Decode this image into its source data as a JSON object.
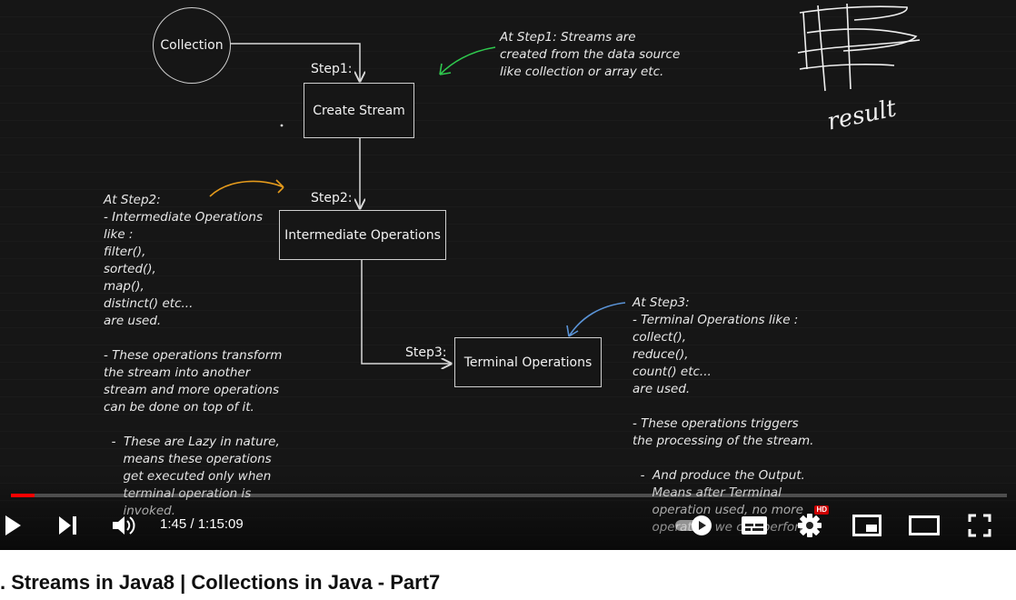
{
  "diagram": {
    "collection_label": "Collection",
    "create_stream_label": "Create Stream",
    "intermediate_label": "Intermediate Operations",
    "terminal_label": "Terminal Operations",
    "step1": "Step1:",
    "step2": "Step2:",
    "step3": "Step3:"
  },
  "notes": {
    "step1": [
      "At Step1: Streams are",
      "created from the data source",
      "like collection or array etc."
    ],
    "step2": [
      "At Step2:",
      "- Intermediate Operations",
      "like :",
      "filter(),",
      "sorted(),",
      "map(),",
      "distinct() etc...",
      "are used.",
      "",
      "- These operations transform",
      "the stream into another",
      "stream and more operations",
      "can be done on top of it.",
      "",
      "  -  These are Lazy in nature,",
      "     means these operations",
      "     get executed only when",
      "     terminal operation is",
      "     invoked."
    ],
    "step3": [
      "At Step3:",
      "- Terminal Operations like :",
      "collect(),",
      "reduce(),",
      "count() etc...",
      "are used.",
      "",
      "- These operations triggers",
      "the processing of the stream.",
      "",
      "  -  And produce the Output.",
      "     Means after Terminal",
      "     operation used, no more",
      "     operation we can perform."
    ]
  },
  "handwriting": "result",
  "player": {
    "current_time": "1:45",
    "duration": "1:15:09",
    "time_display": "1:45 / 1:15:09",
    "progress_fraction": 0.0233,
    "buffered_fraction": 0.015,
    "hd_badge": "HD",
    "controls": [
      "play-icon",
      "next-icon",
      "volume-icon",
      "autoplay-toggle",
      "subtitles-icon",
      "settings-icon",
      "miniplayer-icon",
      "theater-mode-icon",
      "fullscreen-icon"
    ],
    "colors": {
      "progress": "#ff0000",
      "badge": "#cc0000"
    }
  },
  "video_title": ". Streams in Java8 | Collections in Java - Part7"
}
